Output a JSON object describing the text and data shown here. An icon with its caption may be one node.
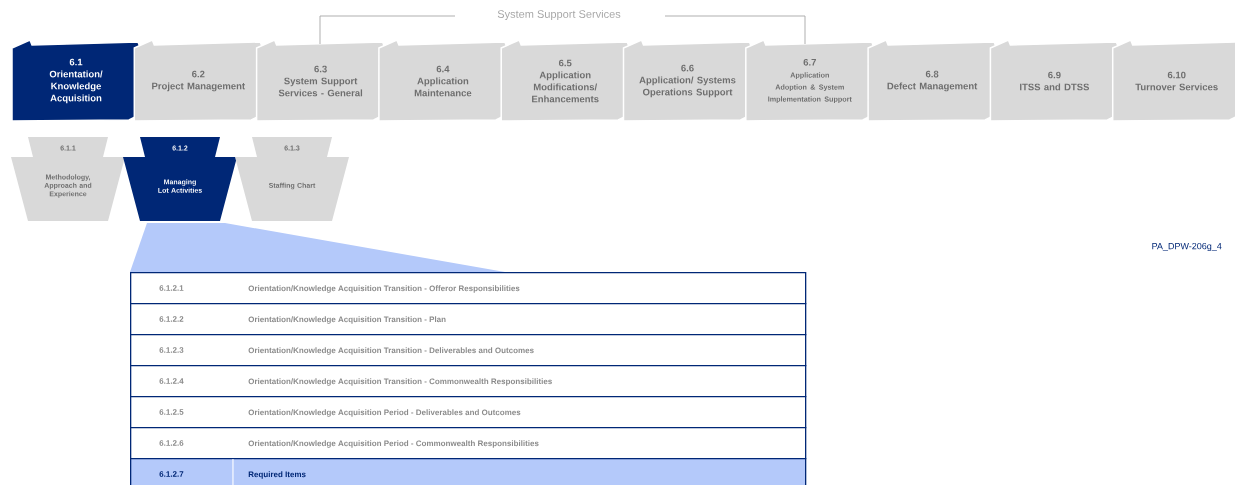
{
  "diagram": {
    "nodes": [
      {
        "text": [
          "6.1",
          "Orientation/ Knowledge Acquisition"
        ]
      },
      {
        "text": [
          "6.2",
          "Project Management"
        ]
      },
      {
        "text": [
          "6.3",
          "System Support Services - General"
        ]
      },
      {
        "text": [
          "6.4",
          "Application Maintenance"
        ]
      },
      {
        "text": [
          "6.5",
          "Application Modifications/ Enhancements"
        ]
      },
      {
        "text": [
          "6.6",
          "Application/ Systems Operations Support"
        ]
      },
      {
        "text": [
          "6.7",
          "Application Adoption & System Implementation Support"
        ]
      },
      {
        "text": [
          "6.8",
          "Defect Management"
        ]
      },
      {
        "text": [
          "6.9",
          "ITSS and DTSS"
        ]
      },
      {
        "text": [
          "6.10",
          "Turnover Services"
        ]
      },
      {
        "text": [
          "6.1.1",
          "Methodology, Approach and Experience"
        ]
      },
      {
        "text": [
          "6.1.2",
          "Managing Lot Activities"
        ]
      },
      {
        "text": [
          "6.1.3",
          "Staffing Chart"
        ]
      },
      {
        "text": [],
        "shape": "trapezoid"
      },
      {
        "text": [
          "6.1.2.1",
          "Orientation/Knowledge Acquisition Transition - Offeror Responsibilities"
        ]
      },
      {
        "text": [
          "6.1.2.2",
          "Orientation/Knowledge Acquisition Transition - Plan"
        ]
      },
      {
        "text": [
          "6.1.2.3",
          "Orientation/Knowledge Acquisition Transition - Deliverables and Outcomes"
        ]
      },
      {
        "text": [
          "6.1.2.4",
          "Orientation/Knowledge Acquisition Transition - Commonwealth Responsibilities"
        ]
      },
      {
        "text": [
          "6.1.2.5",
          "Orientation/Knowledge Acquisition Period - Deliverables and Outcomes"
        ]
      },
      {
        "text": [
          "6.1.2.6",
          "Orientation/Knowledge Acquisition Period - Commonwealth Responsibilities"
        ]
      },
      {
        "text": [
          "6.1.2.7",
          "Required Items"
        ]
      }
    ],
    "labels": [
      "System Support Services",
      "PA_DPW-206g_4"
    ]
  }
}
